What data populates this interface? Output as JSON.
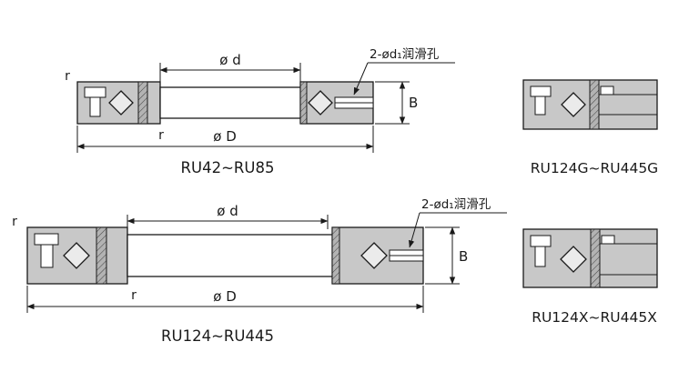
{
  "colors": {
    "line": "#1a1a1a",
    "ring_fill": "#c8c8c8",
    "roller_fill": "#ebebeb",
    "background": "#ffffff"
  },
  "diagrams": {
    "ru42": {
      "caption": "RU42~RU85",
      "dim_d": "ø d",
      "dim_D": "ø D",
      "dim_B": "B",
      "r_top": "r",
      "r_bottom": "r",
      "lube": "2-ød₁润滑孔"
    },
    "ru124g": {
      "caption": "RU124G~RU445G"
    },
    "ru124": {
      "caption": "RU124~RU445",
      "dim_d": "ø d",
      "dim_D": "ø D",
      "dim_B": "B",
      "r_top": "r",
      "r_bottom": "r",
      "lube": "2-ød₁润滑孔"
    },
    "ru124x": {
      "caption": "RU124X~RU445X"
    }
  }
}
